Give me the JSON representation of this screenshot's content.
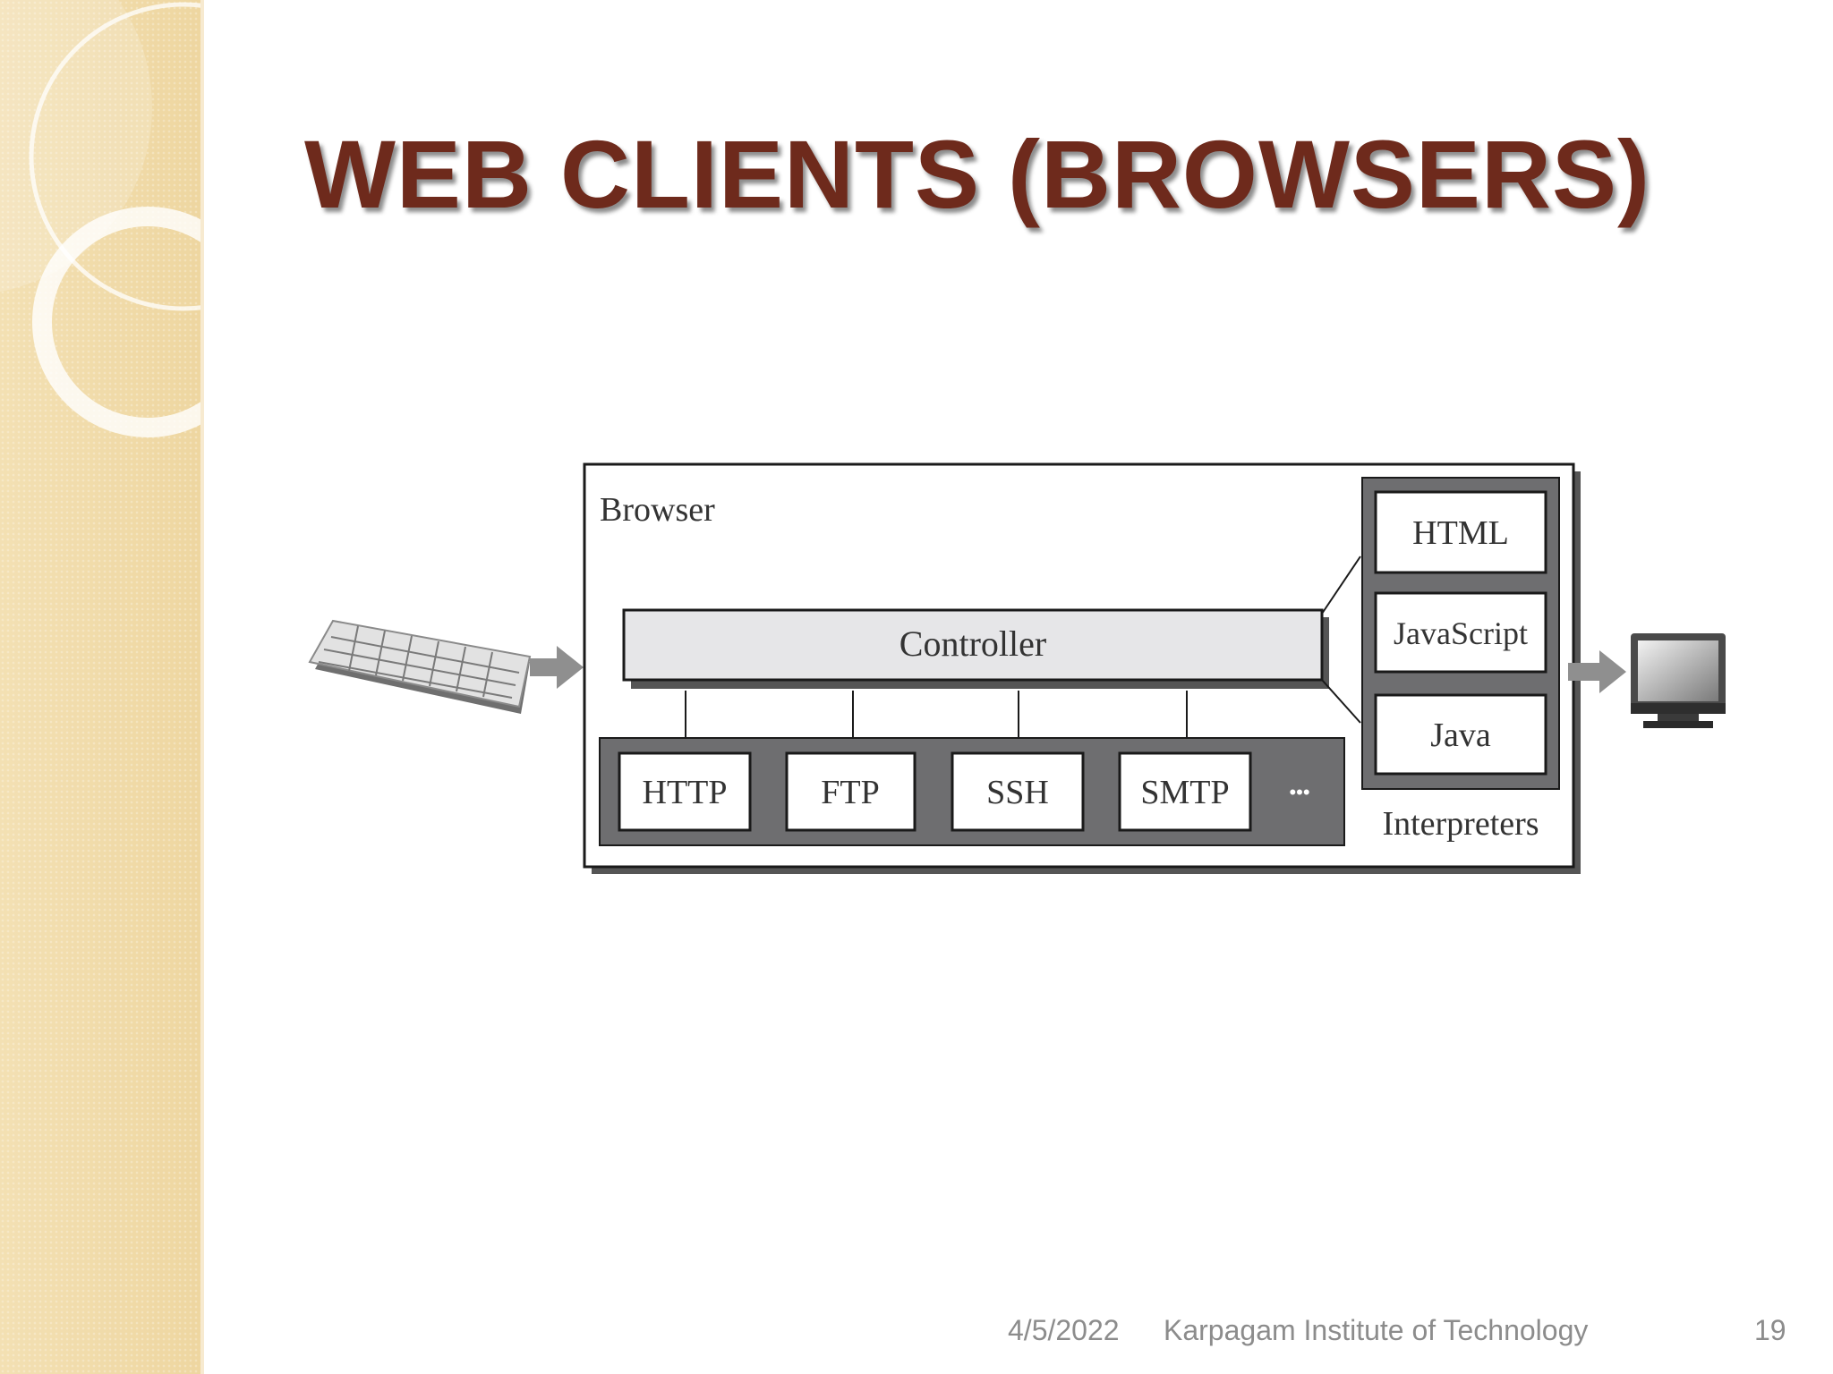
{
  "slide": {
    "title": "WEB CLIENTS (BROWSERS)"
  },
  "diagram": {
    "browser_label": "Browser",
    "controller_label": "Controller",
    "protocols": [
      "HTTP",
      "FTP",
      "SSH",
      "SMTP"
    ],
    "protocols_more": "•••",
    "interpreters": [
      "HTML",
      "JavaScript",
      "Java"
    ],
    "interpreters_label": "Interpreters"
  },
  "footer": {
    "date": "4/5/2022",
    "institution": "Karpagam Institute of Technology",
    "page_number": "19"
  }
}
